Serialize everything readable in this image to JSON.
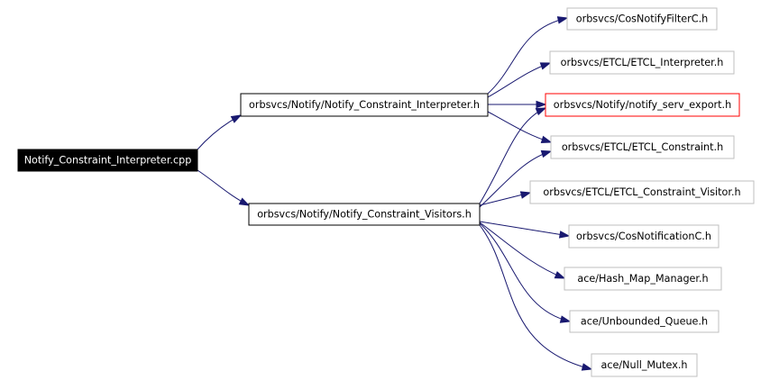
{
  "graph": {
    "nodes": {
      "root": "Notify_Constraint_Interpreter.cpp",
      "interp_h": "orbsvcs/Notify/Notify_Constraint_Interpreter.h",
      "visitors_h": "orbsvcs/Notify/Notify_Constraint_Visitors.h",
      "cosnotifyfilter": "orbsvcs/CosNotifyFilterC.h",
      "etcl_interp": "orbsvcs/ETCL/ETCL_Interpreter.h",
      "serv_export": "orbsvcs/Notify/notify_serv_export.h",
      "etcl_constraint": "orbsvcs/ETCL/ETCL_Constraint.h",
      "etcl_visitor": "orbsvcs/ETCL/ETCL_Constraint_Visitor.h",
      "cosnotification": "orbsvcs/CosNotificationC.h",
      "hash_map": "ace/Hash_Map_Manager.h",
      "unbounded_queue": "ace/Unbounded_Queue.h",
      "null_mutex": "ace/Null_Mutex.h"
    }
  },
  "colors": {
    "edge": "#191970",
    "root_fill": "#000000",
    "external_border": "#bfbfbf",
    "highlight_border": "#ff0000"
  }
}
